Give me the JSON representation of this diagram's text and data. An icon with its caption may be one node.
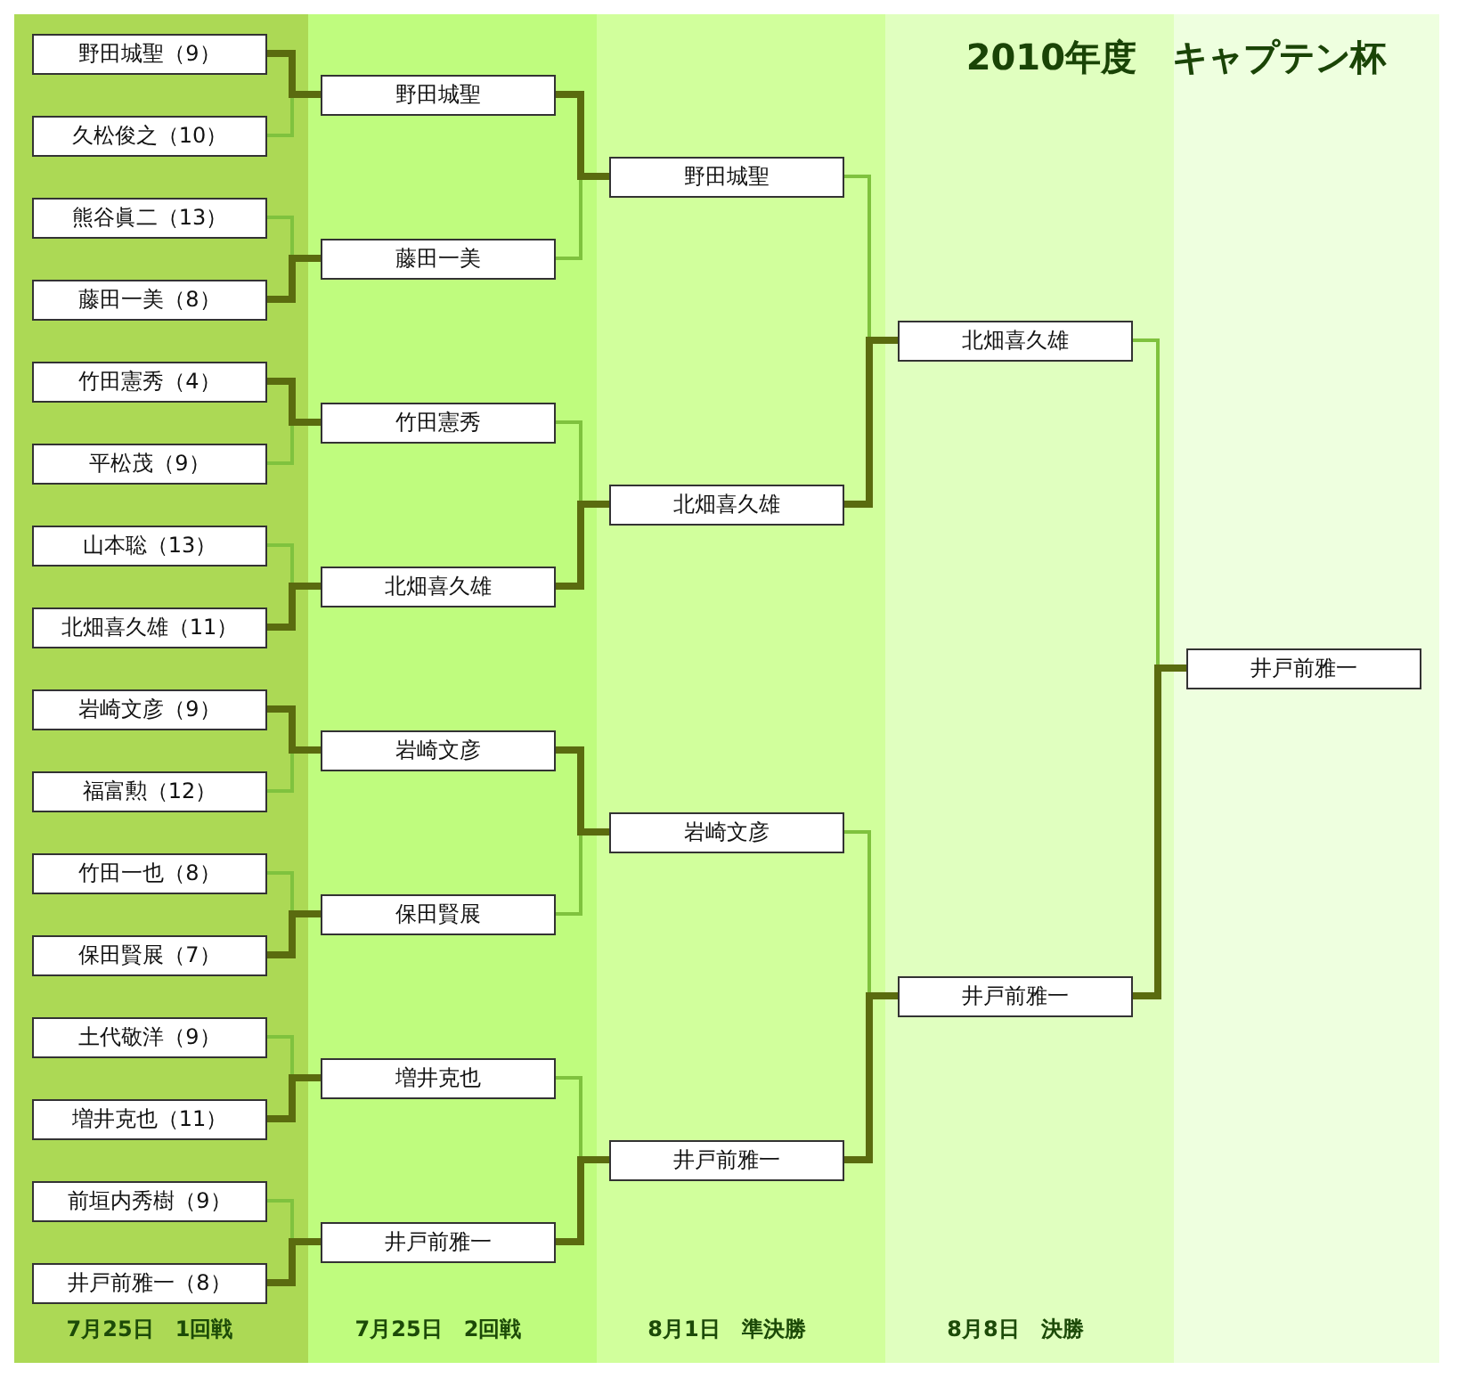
{
  "diagram": {
    "title": "2010年度　キャプテン杯",
    "nodes": [
      {
        "text": [
          "野田城聖（9）"
        ]
      },
      {
        "text": [
          "久松俊之（10）"
        ]
      },
      {
        "text": [
          "熊谷眞二（13）"
        ]
      },
      {
        "text": [
          "藤田一美（8）"
        ]
      },
      {
        "text": [
          "竹田憲秀（4）"
        ]
      },
      {
        "text": [
          "平松茂（9）"
        ]
      },
      {
        "text": [
          "山本聡（13）"
        ]
      },
      {
        "text": [
          "北畑喜久雄（11）"
        ]
      },
      {
        "text": [
          "岩崎文彦（9）"
        ]
      },
      {
        "text": [
          "福富勲（12）"
        ]
      },
      {
        "text": [
          "竹田一也（8）"
        ]
      },
      {
        "text": [
          "保田賢展（7）"
        ]
      },
      {
        "text": [
          "土代敬洋（9）"
        ]
      },
      {
        "text": [
          "増井克也（11）"
        ]
      },
      {
        "text": [
          "前垣内秀樹（9）"
        ]
      },
      {
        "text": [
          "井戸前雅一（8）"
        ]
      },
      {
        "text": [
          "野田城聖"
        ]
      },
      {
        "text": [
          "藤田一美"
        ]
      },
      {
        "text": [
          "竹田憲秀"
        ]
      },
      {
        "text": [
          "北畑喜久雄"
        ]
      },
      {
        "text": [
          "岩崎文彦"
        ]
      },
      {
        "text": [
          "保田賢展"
        ]
      },
      {
        "text": [
          "増井克也"
        ]
      },
      {
        "text": [
          "井戸前雅一"
        ]
      },
      {
        "text": [
          "野田城聖"
        ]
      },
      {
        "text": [
          "北畑喜久雄"
        ]
      },
      {
        "text": [
          "岩崎文彦"
        ]
      },
      {
        "text": [
          "井戸前雅一"
        ]
      },
      {
        "text": [
          "北畑喜久雄"
        ]
      },
      {
        "text": [
          "井戸前雅一"
        ]
      },
      {
        "text": [
          "井戸前雅一"
        ]
      }
    ],
    "edges": [
      {
        "from": 0,
        "to": 16,
        "arrow": "none",
        "style": "thick",
        "color": "#5a6b0f"
      },
      {
        "from": 1,
        "to": 16,
        "arrow": "none"
      },
      {
        "from": 2,
        "to": 17,
        "arrow": "none"
      },
      {
        "from": 3,
        "to": 17,
        "arrow": "none",
        "style": "thick",
        "color": "#5a6b0f"
      },
      {
        "from": 4,
        "to": 18,
        "arrow": "none",
        "style": "thick",
        "color": "#5a6b0f"
      },
      {
        "from": 5,
        "to": 18,
        "arrow": "none"
      },
      {
        "from": 6,
        "to": 19,
        "arrow": "none"
      },
      {
        "from": 7,
        "to": 19,
        "arrow": "none",
        "style": "thick",
        "color": "#5a6b0f"
      },
      {
        "from": 8,
        "to": 20,
        "arrow": "none",
        "style": "thick",
        "color": "#5a6b0f"
      },
      {
        "from": 9,
        "to": 20,
        "arrow": "none"
      },
      {
        "from": 10,
        "to": 21,
        "arrow": "none"
      },
      {
        "from": 11,
        "to": 21,
        "arrow": "none",
        "style": "thick",
        "color": "#5a6b0f"
      },
      {
        "from": 12,
        "to": 22,
        "arrow": "none"
      },
      {
        "from": 13,
        "to": 22,
        "arrow": "none",
        "style": "thick",
        "color": "#5a6b0f"
      },
      {
        "from": 14,
        "to": 23,
        "arrow": "none"
      },
      {
        "from": 15,
        "to": 23,
        "arrow": "none",
        "style": "thick",
        "color": "#5a6b0f"
      },
      {
        "from": 16,
        "to": 24,
        "arrow": "none",
        "style": "thick",
        "color": "#5a6b0f"
      },
      {
        "from": 17,
        "to": 24,
        "arrow": "none"
      },
      {
        "from": 18,
        "to": 25,
        "arrow": "none"
      },
      {
        "from": 19,
        "to": 25,
        "arrow": "none",
        "style": "thick",
        "color": "#5a6b0f"
      },
      {
        "from": 20,
        "to": 26,
        "arrow": "none",
        "style": "thick",
        "color": "#5a6b0f"
      },
      {
        "from": 21,
        "to": 26,
        "arrow": "none"
      },
      {
        "from": 22,
        "to": 27,
        "arrow": "none"
      },
      {
        "from": 23,
        "to": 27,
        "arrow": "none",
        "style": "thick",
        "color": "#5a6b0f"
      },
      {
        "from": 24,
        "to": 28,
        "arrow": "none"
      },
      {
        "from": 25,
        "to": 28,
        "arrow": "none",
        "style": "thick",
        "color": "#5a6b0f"
      },
      {
        "from": 26,
        "to": 29,
        "arrow": "none"
      },
      {
        "from": 27,
        "to": 29,
        "arrow": "none",
        "style": "thick",
        "color": "#5a6b0f"
      },
      {
        "from": 28,
        "to": 30,
        "arrow": "none"
      },
      {
        "from": 29,
        "to": 30,
        "arrow": "none",
        "style": "thick",
        "color": "#5a6b0f"
      }
    ],
    "labels": [
      "7月25日　1回戦",
      "7月25日　2回戦",
      "8月1日　準決勝",
      "8月8日　決勝"
    ]
  }
}
